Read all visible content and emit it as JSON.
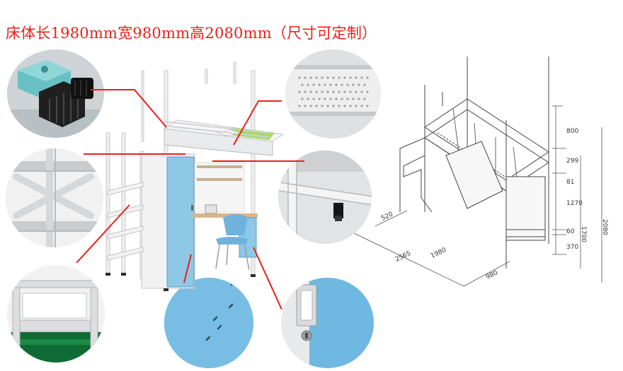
{
  "title": "床体长1980mm宽980mm高2080mm（尺寸可定制）",
  "colors": {
    "accent": "#e8211a",
    "frame": "#e9eaec",
    "cabinet_blue": "#8fc7e6",
    "seat_blue": "#6fb3dc",
    "desk_wood": "#d9b58a",
    "mattress_green": "#a6d86a",
    "foot_cap": "#2a2a2a"
  },
  "detail_photos": [
    {
      "name": "foot-cap",
      "icon": "black-foot-cap-icon"
    },
    {
      "name": "perforated-bed-board",
      "icon": "perforated-panel-icon"
    },
    {
      "name": "ladder-welding",
      "icon": "welded-joint-icon"
    },
    {
      "name": "guardrail-joint",
      "icon": "rail-cap-icon"
    },
    {
      "name": "shoe-shelf",
      "icon": "shelf-icon"
    },
    {
      "name": "wardrobe-vents",
      "icon": "vent-slots-icon"
    },
    {
      "name": "cabinet-lock",
      "icon": "lock-icon"
    }
  ],
  "drawing": {
    "height_dims": [
      "800",
      "299",
      "81",
      "1270",
      "60",
      "370"
    ],
    "total_dims": [
      "1700",
      "2080"
    ],
    "base_dims": [
      "520",
      "2565",
      "1980",
      "980"
    ]
  }
}
